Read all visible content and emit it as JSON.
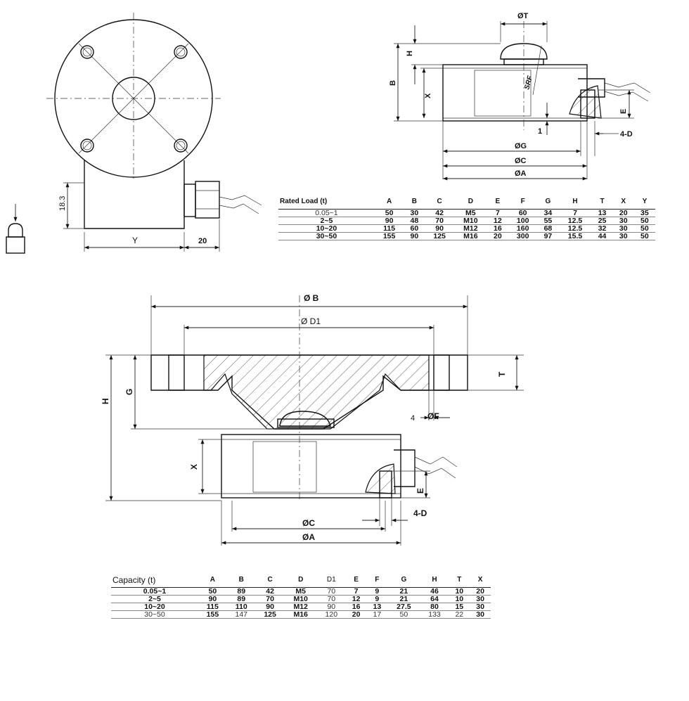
{
  "top_right": {
    "labels": {
      "T": "ØT",
      "H": "H",
      "B": "B",
      "X": "X",
      "SRF": "SRF",
      "E": "E",
      "one": "1",
      "four_d": "4-D",
      "G": "ØG",
      "C": "ØC",
      "A": "ØA"
    }
  },
  "top_left": {
    "labels": {
      "h183": "18.3",
      "Y": "Y",
      "twenty": "20"
    }
  },
  "table1": {
    "headers": [
      "Rated Load (t)",
      "A",
      "B",
      "C",
      "D",
      "E",
      "F",
      "G",
      "H",
      "T",
      "X",
      "Y"
    ],
    "rows": [
      [
        "0.05~1",
        "50",
        "30",
        "42",
        "M5",
        "7",
        "60",
        "34",
        "7",
        "13",
        "20",
        "35"
      ],
      [
        "2~5",
        "90",
        "48",
        "70",
        "M10",
        "12",
        "100",
        "55",
        "12.5",
        "25",
        "30",
        "50"
      ],
      [
        "10~20",
        "115",
        "60",
        "90",
        "M12",
        "16",
        "160",
        "68",
        "12.5",
        "32",
        "30",
        "50"
      ],
      [
        "30~50",
        "155",
        "90",
        "125",
        "M16",
        "20",
        "300",
        "97",
        "15.5",
        "44",
        "30",
        "50"
      ]
    ]
  },
  "bottom": {
    "labels": {
      "B": "Ø B",
      "D1": "Ø D1",
      "T": "T",
      "H": "H",
      "G": "G",
      "four": "4",
      "F": "ØF",
      "X": "X",
      "E": "E",
      "four_d": "4-D",
      "C": "ØC",
      "A": "ØA"
    }
  },
  "table2": {
    "headers": [
      "Capacity (t)",
      "A",
      "B",
      "C",
      "D",
      "D1",
      "E",
      "F",
      "G",
      "H",
      "T",
      "X"
    ],
    "rows": [
      [
        "0.05~1",
        "50",
        "89",
        "42",
        "M5",
        "70",
        "7",
        "9",
        "21",
        "46",
        "10",
        "20"
      ],
      [
        "2~5",
        "90",
        "89",
        "70",
        "M10",
        "70",
        "12",
        "9",
        "21",
        "64",
        "10",
        "30"
      ],
      [
        "10~20",
        "115",
        "110",
        "90",
        "M12",
        "90",
        "16",
        "13",
        "27.5",
        "80",
        "15",
        "30"
      ],
      [
        "30~50",
        "155",
        "147",
        "125",
        "M16",
        "120",
        "20",
        "17",
        "50",
        "133",
        "22",
        "30"
      ]
    ]
  }
}
